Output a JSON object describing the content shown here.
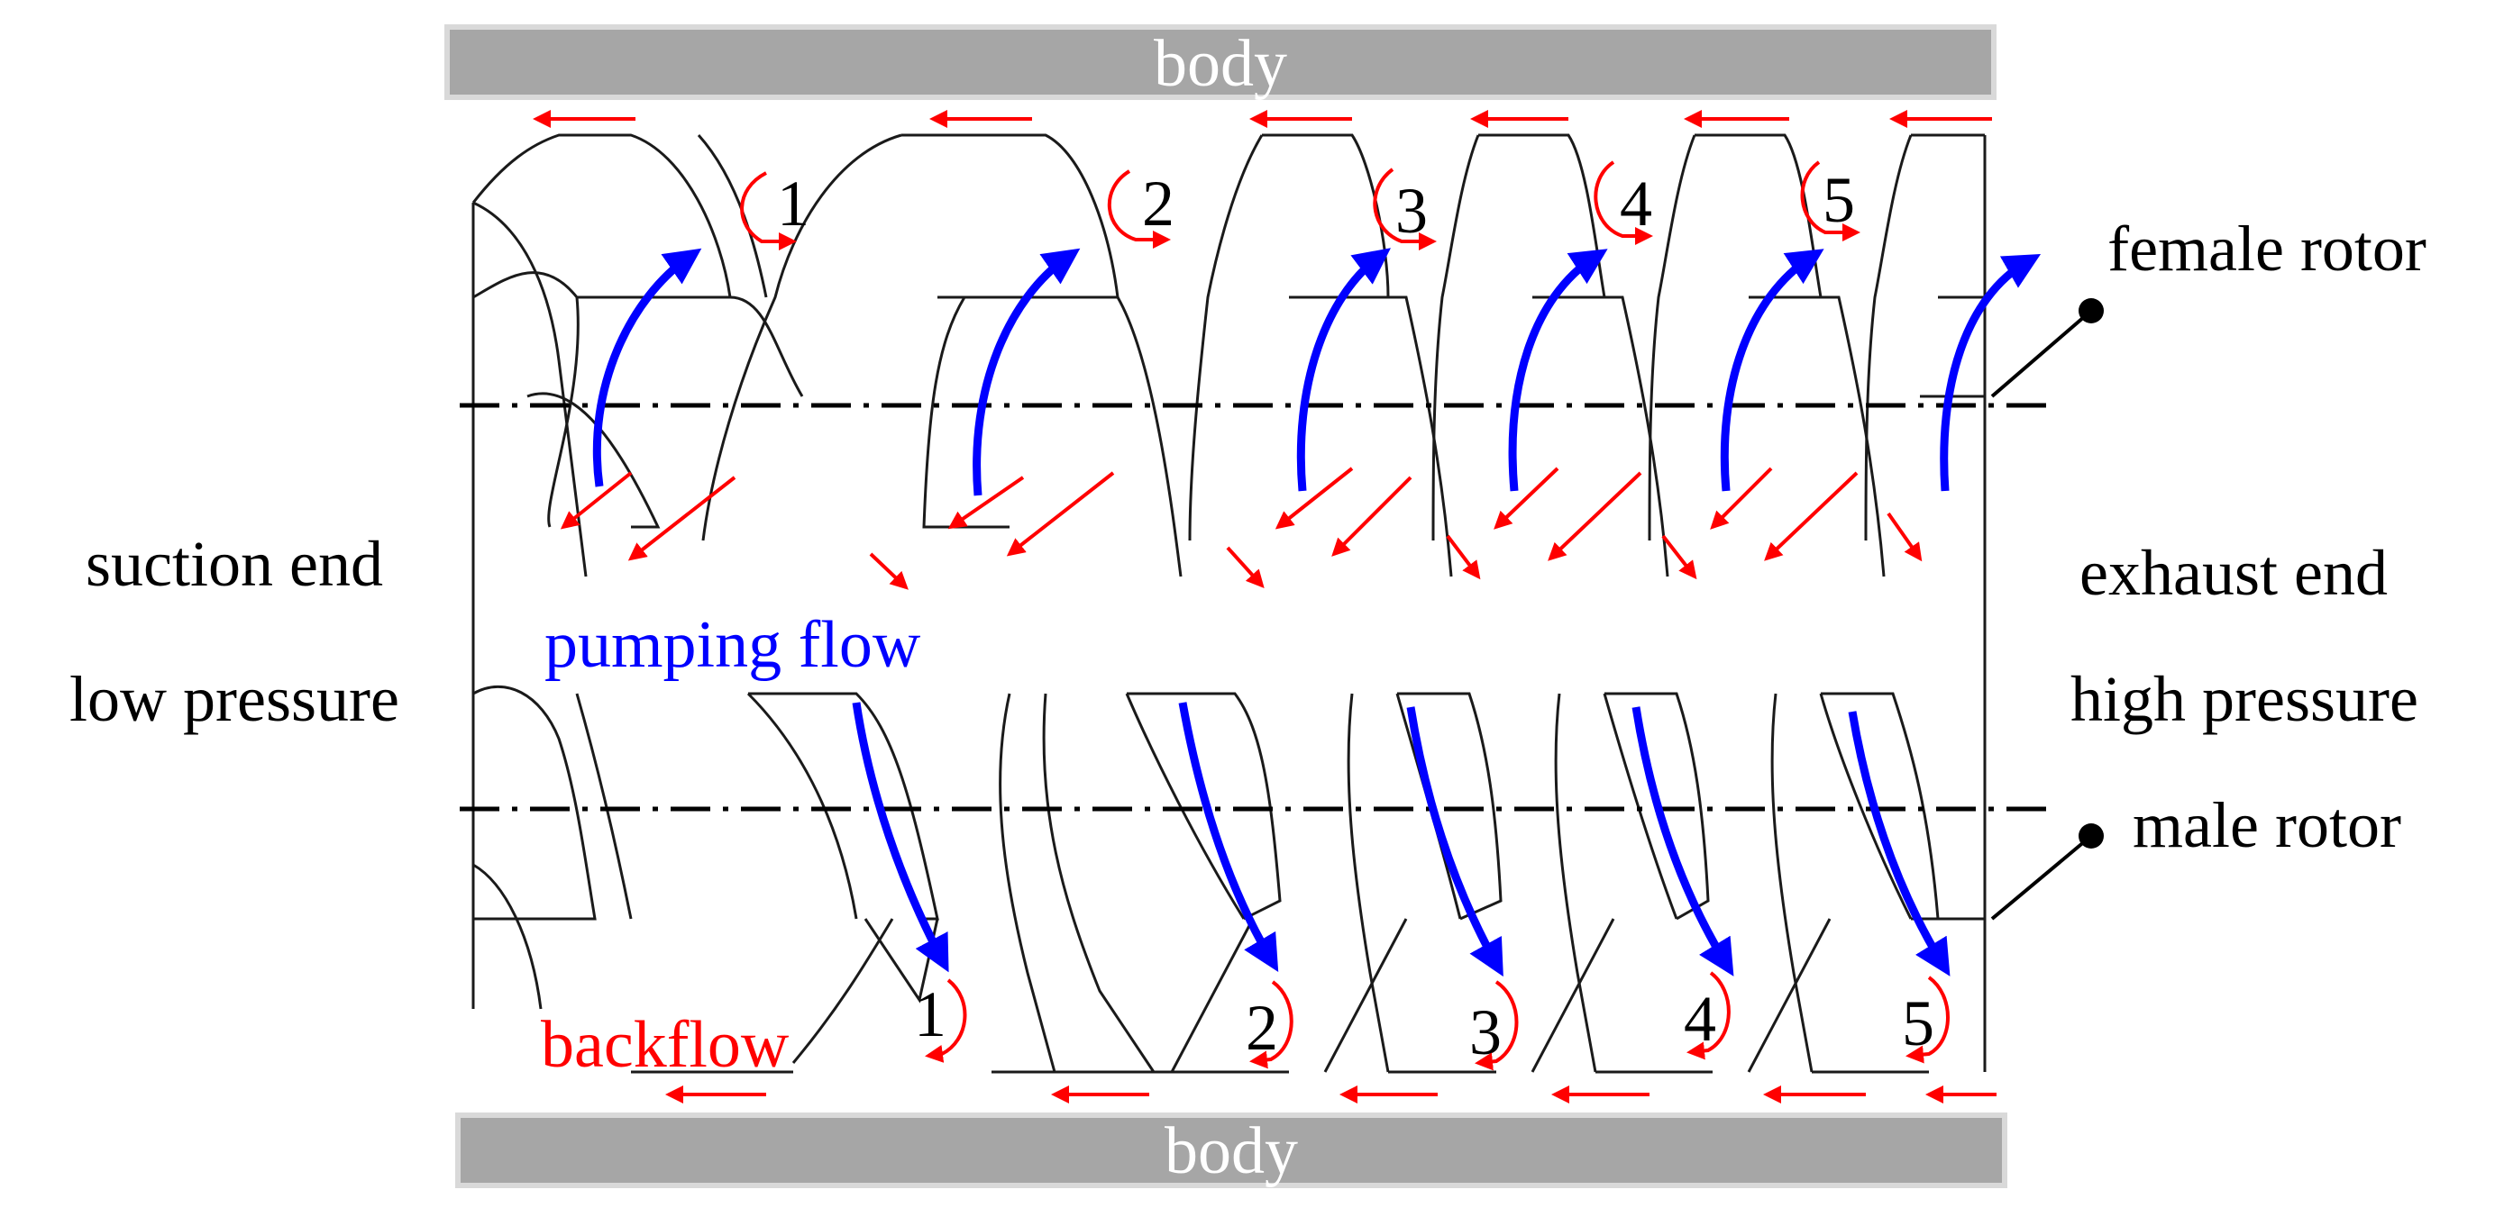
{
  "body_top": {
    "label": "body"
  },
  "body_bottom": {
    "label": "body"
  },
  "left_labels": {
    "line1": "suction end",
    "line2": "low pressure"
  },
  "right_labels": {
    "line1": "exhaust end",
    "line2": "high pressure"
  },
  "rotor_labels": {
    "female": "female rotor",
    "male": "male rotor"
  },
  "flow_labels": {
    "pumping": "pumping flow",
    "backflow": "backflow"
  },
  "top_numbers": [
    "1",
    "2",
    "3",
    "4",
    "5"
  ],
  "bottom_numbers": [
    "1",
    "2",
    "3",
    "4",
    "5"
  ],
  "colors": {
    "body": "#a6a6a6",
    "pumping_flow": "#0000ff",
    "backflow": "#ff0000"
  }
}
